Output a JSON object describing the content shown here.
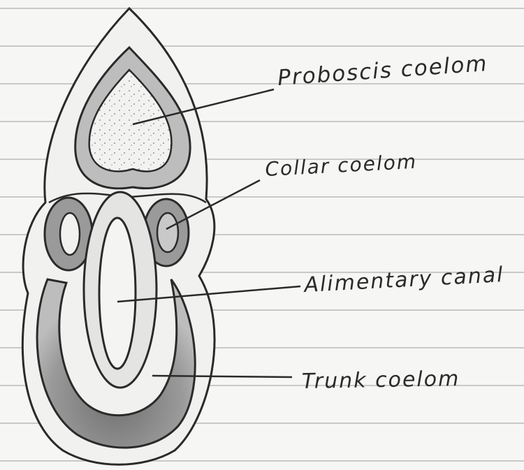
{
  "diagram": {
    "labels": {
      "proboscis": "Proboscis coelom",
      "collar": "Collar coelom",
      "alimentary": "Alimentary canal",
      "trunk": "Trunk coelom"
    },
    "colors": {
      "paper": "#f6f6f4",
      "ruled_line": "#c9c9c9",
      "ink": "#2a2a2a",
      "shade_light": "#bdbdbd",
      "shade_dark": "#8e8e8e"
    }
  }
}
